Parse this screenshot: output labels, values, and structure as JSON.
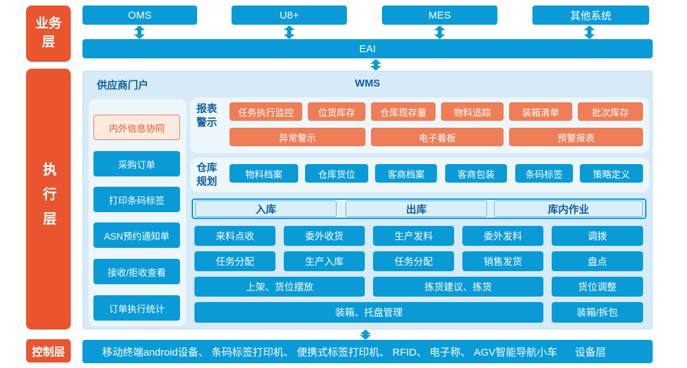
{
  "layers": {
    "business": "业务层",
    "execution": "执行层",
    "control": "控制层"
  },
  "systems": [
    "OMS",
    "U8+",
    "MES",
    "其他系统"
  ],
  "eai": {
    "label": "EAI"
  },
  "panel": {
    "portal_title": "供应商门户",
    "wms_title": "WMS",
    "portal_items": [
      "内外信息协同",
      "采购订单",
      "打印条码标签",
      "ASN预约通知单",
      "接收/拒收查看",
      "订单执行统计"
    ],
    "report": {
      "label": "报表警示",
      "row1": [
        "任务执行监控",
        "位货库存",
        "仓库现存量",
        "物料追踪",
        "装箱清单",
        "批次库存"
      ],
      "row2": [
        "异常警示",
        "电子看板",
        "预警报表"
      ]
    },
    "planning": {
      "label": "仓库规划",
      "items": [
        "物料档案",
        "仓库货位",
        "客商档案",
        "客商包装",
        "条码标签",
        "策略定义"
      ]
    },
    "process_headers": [
      "入库",
      "出库",
      "库内作业"
    ],
    "ops_row1": [
      "来料点收",
      "委外收货",
      "生产发料",
      "委外发料",
      "调拨"
    ],
    "ops_row2": [
      "任务分配",
      "生产入库",
      "任务分配",
      "销售发货",
      "盘点"
    ],
    "ops_row3": [
      "上架、货位摆放",
      "拣货建议、拣货",
      "货位调整"
    ],
    "ops_row4": [
      "装箱、托盘管理",
      "装箱/拆包"
    ]
  },
  "bottom": {
    "devices": "移动终端android设备、 条码标签打印机、 便携式标签打印机、 RFID、 电子称、 AGV智能导航小车",
    "label": "设备层"
  },
  "colors": {
    "blue": "#0a9bd7",
    "orange": "#ee7e57",
    "red_orange": "#e8552f",
    "panel_bg": "#d6ebf7",
    "dark_blue_text": "#0d5f9d"
  }
}
